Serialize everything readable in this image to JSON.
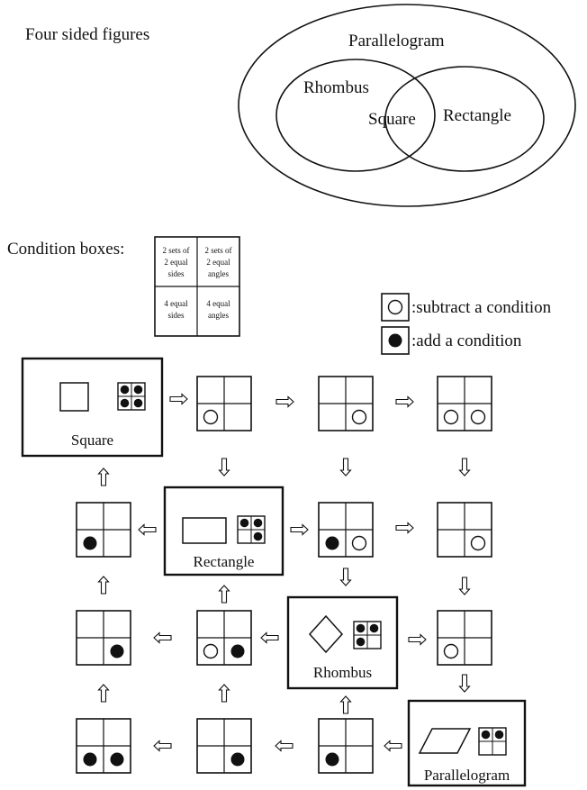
{
  "venn": {
    "caption": "Four sided figures",
    "outer_label": "Parallelogram",
    "left_label": "Rhombus",
    "right_label": "Rectangle",
    "overlap_label": "Square"
  },
  "condition_boxes": {
    "label": "Condition boxes:",
    "cell_1_line_1": "2 sets of",
    "cell_1_line_2": "2 equal",
    "cell_1_line_3": "sides",
    "cell_2_line_1": "2 sets of",
    "cell_2_line_2": "2 equal",
    "cell_2_line_3": "angles",
    "cell_3_line_1": "4 equal",
    "cell_3_line_2": "sides",
    "cell_4_line_1": "4 equal",
    "cell_4_line_2": "angles"
  },
  "legend": {
    "subtract": ":subtract a condition",
    "add": ":add a condition"
  },
  "shapes": {
    "square": "Square",
    "rectangle": "Rectangle",
    "rhombus": "Rhombus",
    "parallelogram": "Parallelogram"
  }
}
